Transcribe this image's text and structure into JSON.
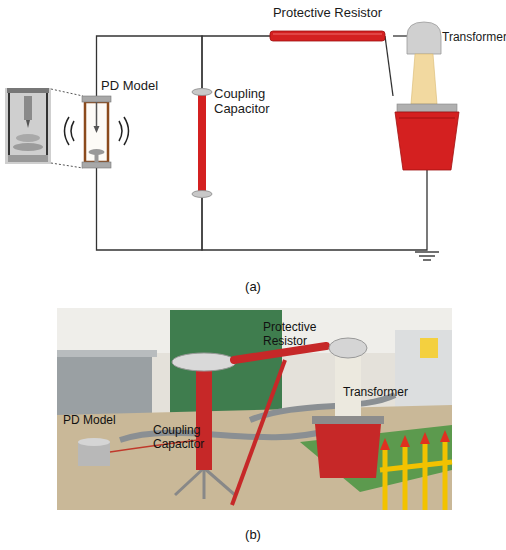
{
  "diagram": {
    "nodes": [
      {
        "text": [
          "Protective Resistor"
        ]
      },
      {
        "text": [
          "Transformer"
        ]
      },
      {
        "text": [
          "PD Model"
        ]
      },
      {
        "text": [
          "Coupling Capacitor"
        ]
      }
    ],
    "edges": [
      {
        "from": 2,
        "to": 3,
        "arrow": "none"
      },
      {
        "from": 3,
        "to": 0,
        "arrow": "none"
      },
      {
        "from": 0,
        "to": 1,
        "arrow": "none"
      },
      {
        "from": 2,
        "to": 3,
        "arrow": "none"
      },
      {
        "from": 3,
        "to": 1,
        "arrow": "none"
      }
    ],
    "labels": [
      "(a)",
      "Protective Resistor",
      "Transformer",
      "PD Model",
      "Coupling Capacitor",
      "(b)"
    ]
  }
}
